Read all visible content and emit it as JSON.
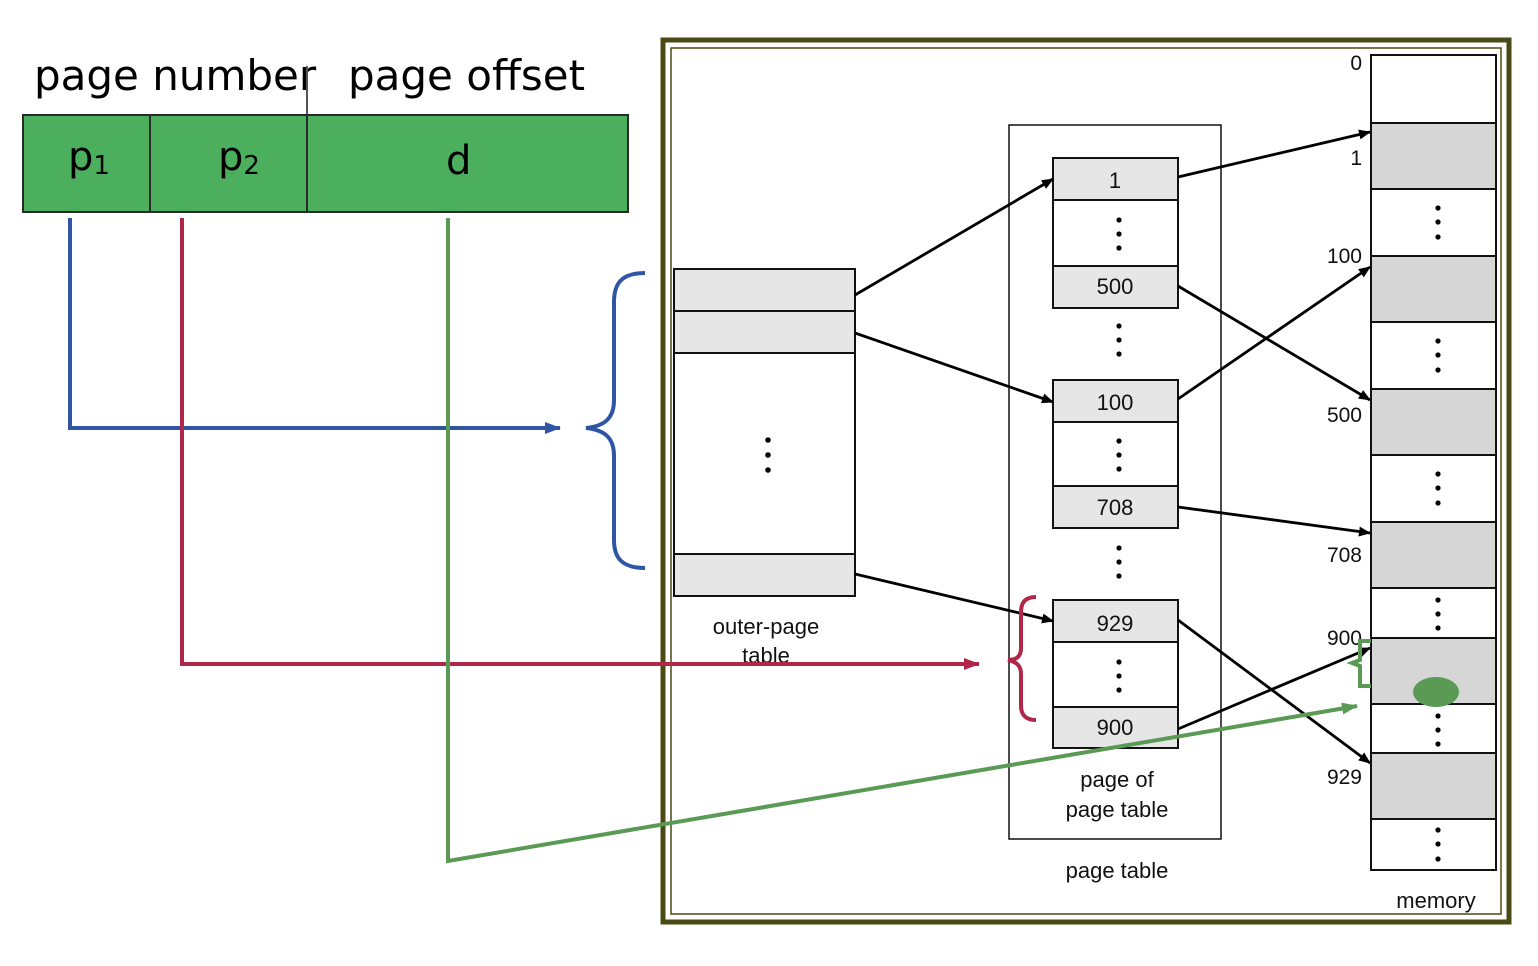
{
  "address": {
    "page_number_label": "page number",
    "page_offset_label": "page offset",
    "fields": {
      "p1_base": "p",
      "p1_sub": "1",
      "p2_base": "p",
      "p2_sub": "2",
      "d": "d"
    }
  },
  "outer_page_table": {
    "label_line1": "outer-page",
    "label_line2": "table"
  },
  "page_table": {
    "entries": [
      "1",
      "500",
      "100",
      "708",
      "929",
      "900"
    ],
    "page_label_line1": "page of",
    "page_label_line2": "page table",
    "label": "page table"
  },
  "memory": {
    "addresses": [
      "0",
      "1",
      "100",
      "500",
      "708",
      "900",
      "929"
    ],
    "label": "memory"
  },
  "colors": {
    "field_green": "#4caf5e",
    "p1_line_blue": "#2f55a4",
    "p2_line_red": "#b0274a",
    "d_line_green": "#5a9a55",
    "frame_olive": "#4a4a14",
    "shaded_cell": "#e6e6e6",
    "memory_shaded": "#d6d6d6"
  }
}
